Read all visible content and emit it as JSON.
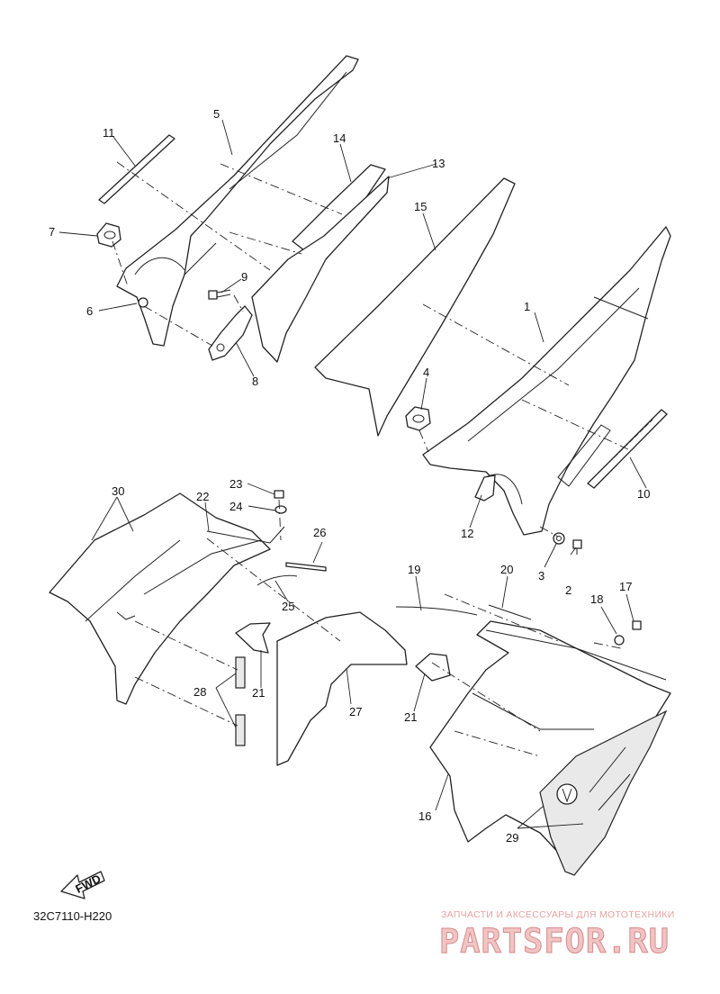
{
  "diagram": {
    "callouts": [
      "1",
      "2",
      "3",
      "4",
      "5",
      "6",
      "7",
      "8",
      "9",
      "10",
      "11",
      "12",
      "13",
      "14",
      "15",
      "16",
      "17",
      "18",
      "19",
      "20",
      "21",
      "21",
      "22",
      "23",
      "24",
      "25",
      "26",
      "27",
      "28",
      "29",
      "30"
    ],
    "direction_label": "FWD",
    "drawing_code": "32C7110-H220"
  },
  "watermark": {
    "caption": "ЗАПЧАСТИ И АКСЕССУАРЫ ДЛЯ МОТОТЕХНИКИ",
    "logo_text": "PARTSFOR.RU",
    "color": "#e6a2a2"
  }
}
